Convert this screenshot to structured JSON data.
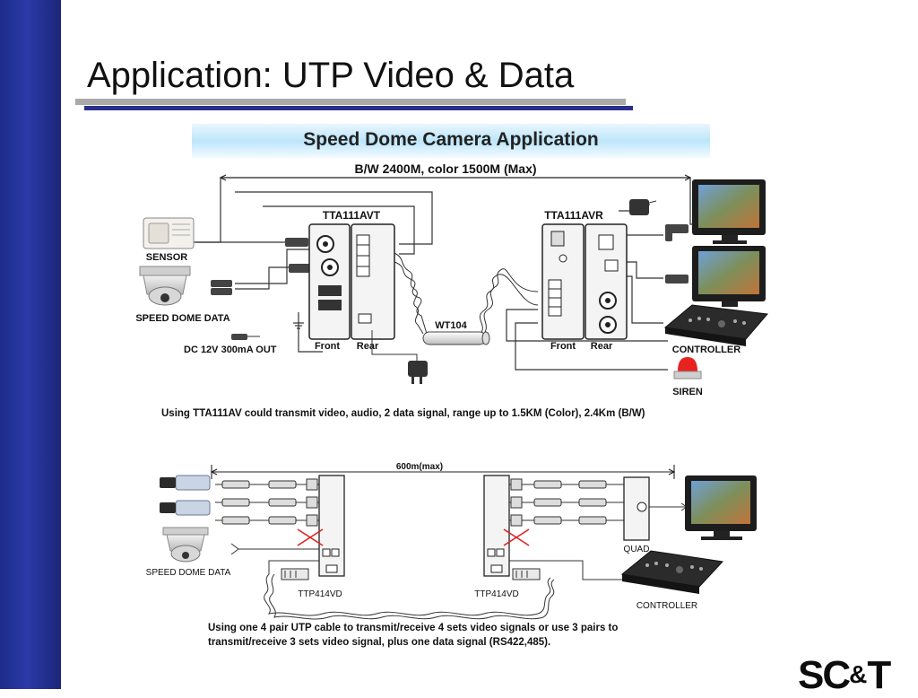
{
  "slide": {
    "title": "Application: UTP Video & Data",
    "logo": "SC&T"
  },
  "top_diagram": {
    "banner": "Speed Dome Camera Application",
    "bandwidth": "B/W 2400M, color 1500M (Max)",
    "transmitter": "TTA111AVT",
    "receiver": "TTA111AVR",
    "cable": "WT104",
    "sensor": "SENSOR",
    "speed_dome": "SPEED DOME DATA",
    "dc_out": "DC 12V 300mA OUT",
    "tx_front": "Front",
    "tx_rear": "Rear",
    "rx_front": "Front",
    "rx_rear": "Rear",
    "controller": "CONTROLLER",
    "siren": "SIREN",
    "caption": "Using TTA111AV could transmit video, audio, 2 data signal, range up to 1.5KM (Color), 2.4Km (B/W)"
  },
  "bottom_diagram": {
    "distance": "600m(max)",
    "speed_dome": "SPEED DOME DATA",
    "transmitter": "TTP414VD",
    "receiver": "TTP414VD",
    "quad": "QUAD",
    "controller": "CONTROLLER",
    "caption_line1": "Using one 4 pair UTP cable to transmit/receive 4 sets video signals or use 3 pairs to",
    "caption_line2": "transmit/receive 3 sets video signal, plus one data signal (RS422,485)."
  },
  "colors": {
    "sidebar": "#2a3aa8",
    "title_rule_blue": "#2a2f8c",
    "title_rule_grey": "#a9a9a9",
    "banner": "#bde6fa",
    "red_cross": "#e02020",
    "siren": "#e8221e"
  }
}
